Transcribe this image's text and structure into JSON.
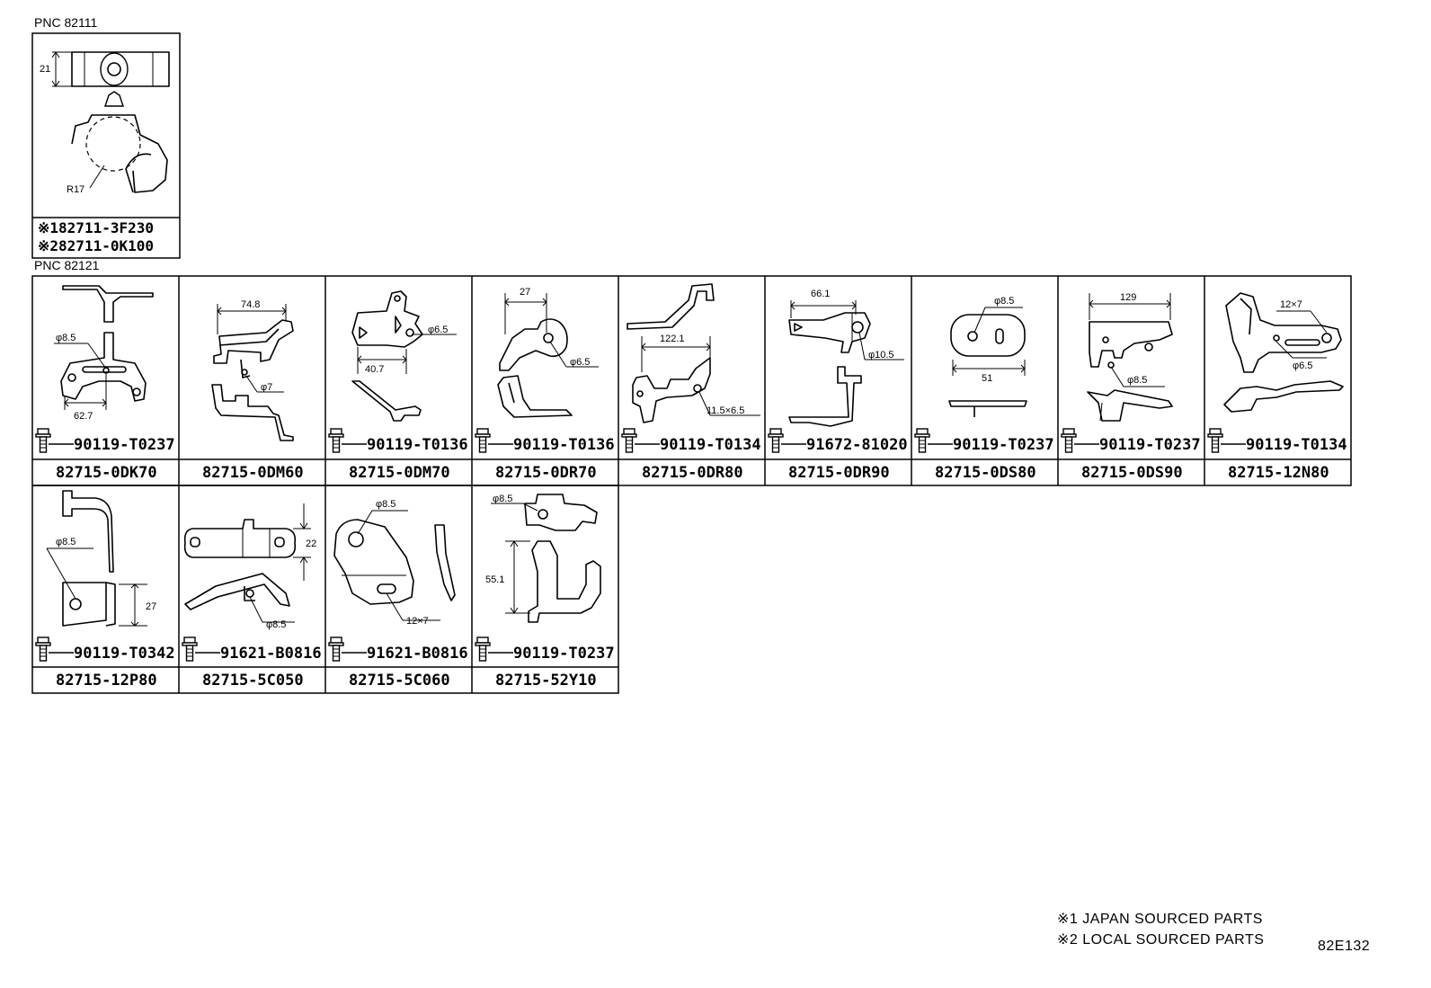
{
  "pnc_a": "PNC 82111",
  "pnc_b": "PNC 82121",
  "top_box": {
    "dim_height": "21",
    "dim_radius": "R17",
    "parts": [
      "※182711-3F230",
      "※282711-0K100"
    ]
  },
  "row1": [
    {
      "part": "82715-0DK70",
      "bolt": "90119-T0237",
      "dims": [
        "φ8.5",
        "62.7"
      ]
    },
    {
      "part": "82715-0DM60",
      "bolt": "",
      "dims": [
        "74.8",
        "φ7"
      ]
    },
    {
      "part": "82715-0DM70",
      "bolt": "90119-T0136",
      "dims": [
        "φ6.5",
        "40.7"
      ]
    },
    {
      "part": "82715-0DR70",
      "bolt": "90119-T0136",
      "dims": [
        "27",
        "φ6.5"
      ]
    },
    {
      "part": "82715-0DR80",
      "bolt": "90119-T0134",
      "dims": [
        "122.1",
        "11.5×6.5"
      ]
    },
    {
      "part": "82715-0DR90",
      "bolt": "91672-81020",
      "dims": [
        "66.1",
        "φ10.5"
      ]
    },
    {
      "part": "82715-0DS80",
      "bolt": "90119-T0237",
      "dims": [
        "φ8.5",
        "51"
      ]
    },
    {
      "part": "82715-0DS90",
      "bolt": "90119-T0237",
      "dims": [
        "129",
        "φ8.5"
      ]
    },
    {
      "part": "82715-12N80",
      "bolt": "90119-T0134",
      "dims": [
        "12×7",
        "φ6.5"
      ]
    }
  ],
  "row2": [
    {
      "part": "82715-12P80",
      "bolt": "90119-T0342",
      "dims": [
        "φ8.5",
        "27"
      ]
    },
    {
      "part": "82715-5C050",
      "bolt": "91621-B0816",
      "dims": [
        "22",
        "φ8.5"
      ]
    },
    {
      "part": "82715-5C060",
      "bolt": "91621-B0816",
      "dims": [
        "φ8.5",
        "12×7"
      ]
    },
    {
      "part": "82715-52Y10",
      "bolt": "90119-T0237",
      "dims": [
        "φ8.5",
        "55.1"
      ]
    }
  ],
  "notes": [
    "※1 JAPAN SOURCED PARTS",
    "※2 LOCAL SOURCED PARTS"
  ],
  "diagram_code": "82E132"
}
